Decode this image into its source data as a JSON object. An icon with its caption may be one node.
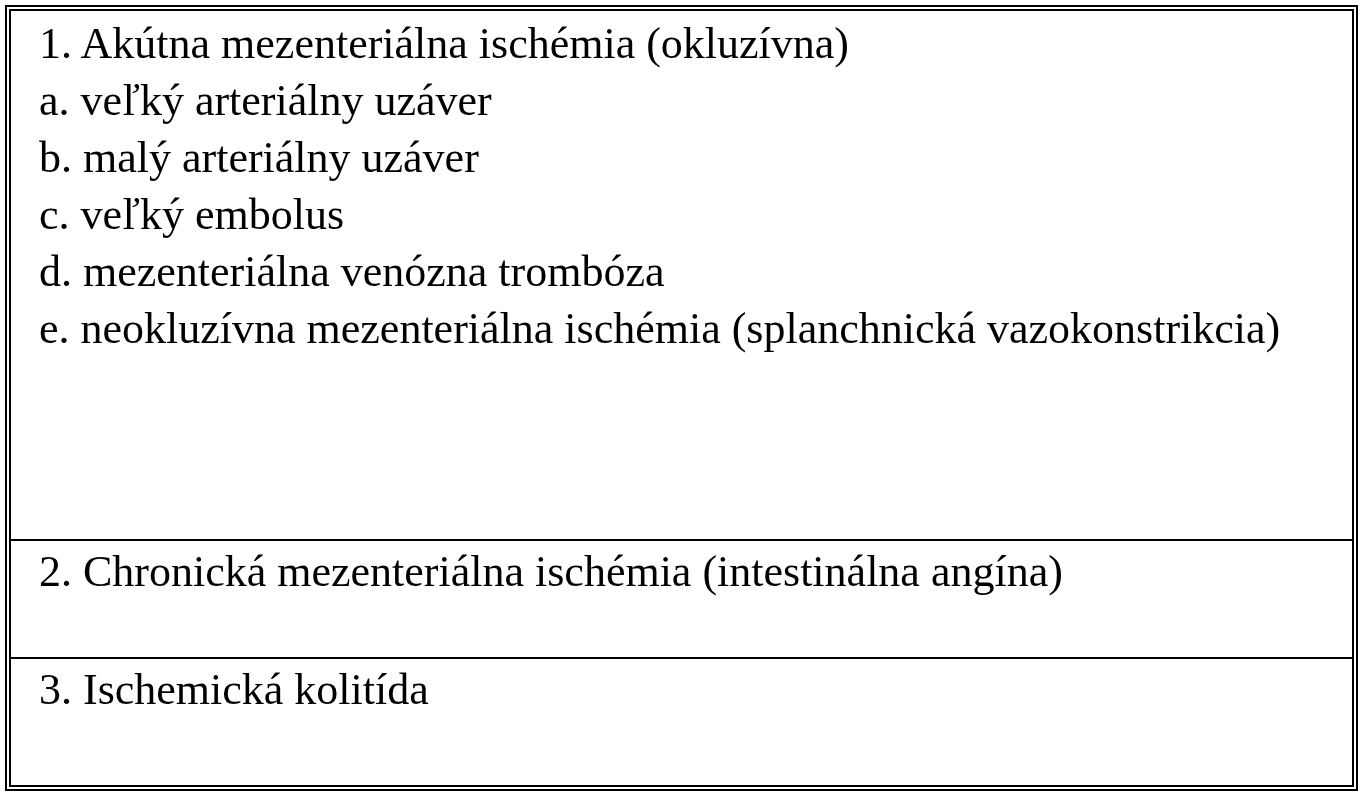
{
  "diagram": {
    "labels": [
      "1. Akútna mezenteriálna ischémia (okluzívna)",
      "a. veľký arteriálny uzáver",
      "b. malý arteriálny uzáver",
      "c. veľký embolus",
      "d. mezenteriálna venózna trombóza",
      "e. neokluzívna mezenteriálna ischémia (splanchnická vazokonstrikcia)",
      "2. Chronická mezenteriálna ischémia (intestinálna angína)",
      "3. Ischemická kolitída"
    ]
  }
}
